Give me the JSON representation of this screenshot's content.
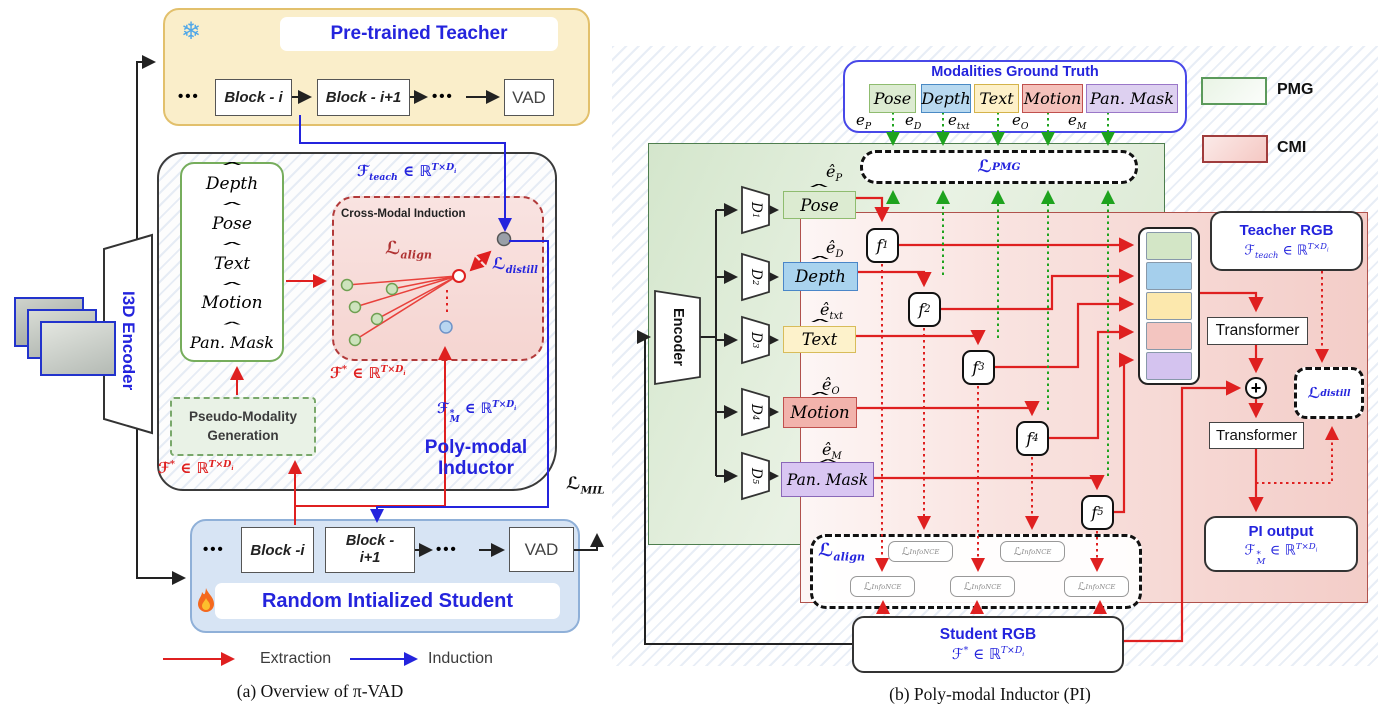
{
  "panel_a": {
    "caption": "(a) Overview of π-VAD",
    "teacher": {
      "title": "Pre-trained Teacher",
      "dots": "•••",
      "block_i": "Block - i",
      "block_i1": "Block - i+1",
      "vad": "VAD"
    },
    "student": {
      "title": "Random Intialized Student",
      "dots": "•••",
      "block_i": "Block -i",
      "block_i1": "Block - i+1",
      "vad": "VAD"
    },
    "i3d_label": "I3D Encoder",
    "modalities": [
      "Depth",
      "Pose",
      "Text",
      "Motion",
      "Pan. Mask"
    ],
    "cmi_title": "Cross-Modal Induction",
    "l_align_html": "ℒ<sub>align</sub>",
    "l_distill_html": "ℒ<sub>distill</sub>",
    "f_teach_html": "ℱ<sub>teach</sub> ∈ ℝ<sup>T×D<sub>i</sub></sup>",
    "f_star_top_html": "ℱ<sup>*</sup> ∈ ℝ<sup>T×D<sub>i</sub></sup>",
    "f_star_bottom_html": "ℱ<sup>*</sup> ∈ ℝ<sup>T×D<sub>i</sub></sup>",
    "f_star_m_html": "ℱ<span class=\"ss\"><span>*</span><span>M</span></span> ∈ ℝ<sup>T×D<sub>i</sub></sup>",
    "pmg_label": "Pseudo-Modality Generation",
    "inductor_label": "Poly-modal Inductor",
    "l_mil_html": "ℒ<sub>MIL</sub>",
    "legend": {
      "extraction": "Extraction",
      "induction": "Induction"
    }
  },
  "panel_b": {
    "caption": "(b) Poly-modal Inductor (PI)",
    "gt": {
      "title": "Modalities Ground Truth",
      "chips": [
        "Pose",
        "Depth",
        "Text",
        "Motion",
        "Pan. Mask"
      ],
      "e_html": [
        "e<sub>P</sub>",
        "e<sub>D</sub>",
        "e<sub>txt</sub>",
        "e<sub>O</sub>",
        "e<sub>M</sub>"
      ]
    },
    "legend": {
      "pmg": "PMG",
      "cmi": "CMI"
    },
    "l_pmg_html": "ℒ<sub>PMG</sub>",
    "encoder_label": "Encoder",
    "d_html": [
      "D<sub>1</sub>",
      "D<sub>2</sub>",
      "D<sub>3</sub>",
      "D<sub>4</sub>",
      "D<sub>5</sub>"
    ],
    "e_hat_html": [
      "ê<sub>P</sub>",
      "ê<sub>D</sub>",
      "ê<sub>txt</sub>",
      "ê<sub>O</sub>",
      "ê<sub>M</sub>"
    ],
    "modalities": [
      "Pose",
      "Depth",
      "Text",
      "Motion",
      "Pan. Mask"
    ],
    "f_html": [
      "f<sub>1</sub>",
      "f<sub>2</sub>",
      "f<sub>3</sub>",
      "f<sub>4</sub>",
      "f<sub>5</sub>"
    ],
    "teacher_rgb": {
      "title": "Teacher RGB",
      "value_html": "ℱ<sub>teach</sub> ∈ ℝ<sup>T×D<sub>i</sub></sup>"
    },
    "transformer1": "Transformer",
    "transformer2": "Transformer",
    "plus": "+",
    "l_distill_html": "ℒ<sub>distill</sub>",
    "pi_output": {
      "title": "PI output",
      "value_html": "ℱ<span class=\"ss\"><span>*</span><span>M</span></span> ∈ ℝ<sup>T×D<sub>i</sub></sup>"
    },
    "l_align_html": "ℒ<sub>align</sub>",
    "l_infonce_html": "ℒ<sub>InfoNCE</sub>",
    "student_rgb": {
      "title": "Student RGB",
      "value_html": "ℱ<sup>*</sup> ∈ ℝ<sup>T×D<sub>i</sub></sup>"
    }
  },
  "colors": {
    "extraction_red": "#df2020",
    "induction_blue": "#2424dd",
    "green_dotted": "#1ea31e",
    "teacher_bg": "#faeeca",
    "student_bg": "#d7e4f4",
    "pmg_region": "#d4e6cc",
    "cmi_region": "#f3cdc8",
    "pose": "#dcebd1",
    "depth": "#a9d3ee",
    "text": "#fdf2cb",
    "motion": "#f2b3ac",
    "pan_mask": "#d9c6f2"
  }
}
